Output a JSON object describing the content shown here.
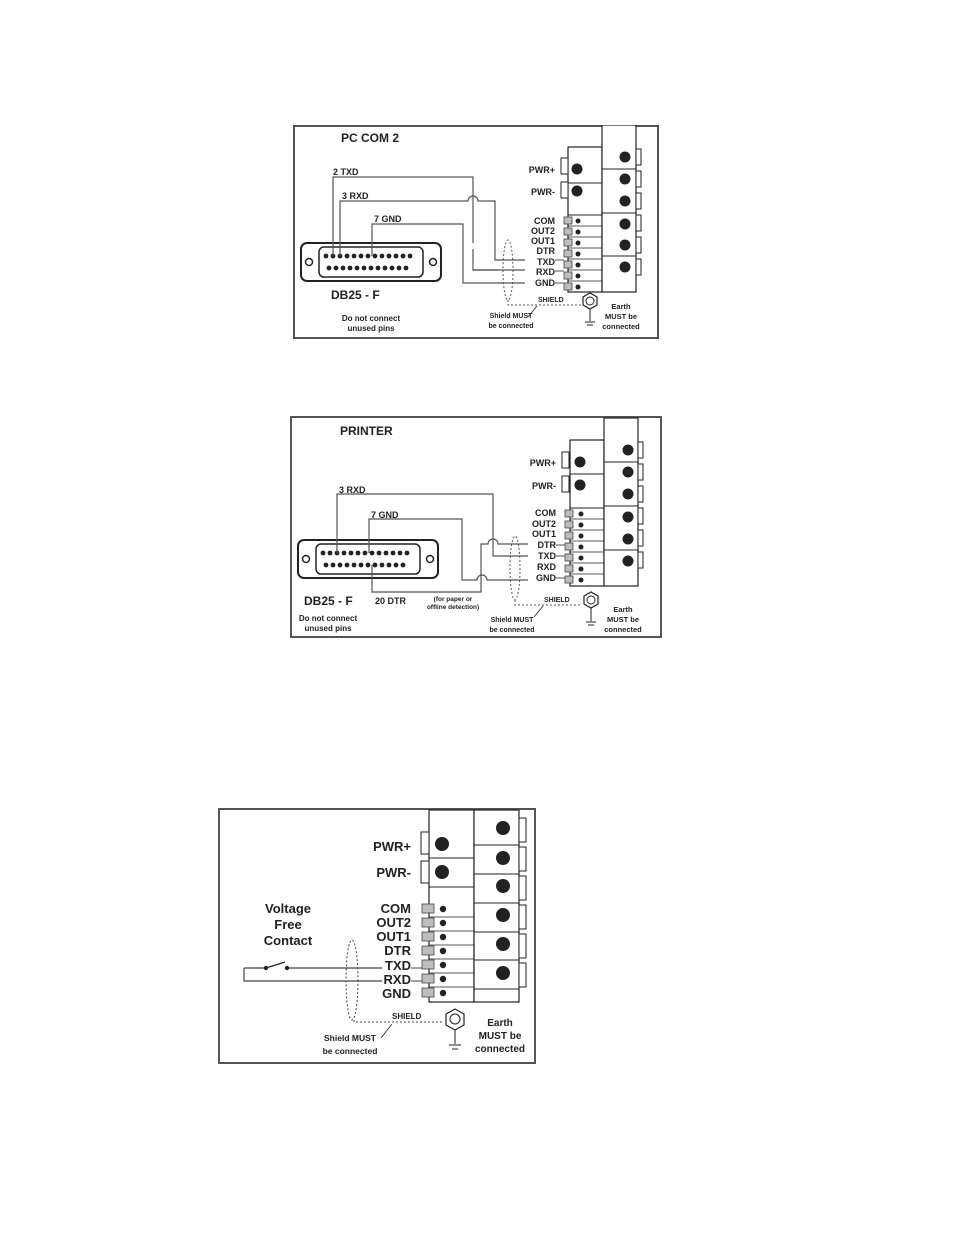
{
  "diagrams": [
    {
      "title": "PC COM 2",
      "connector_label": "DB25 - F",
      "note_line1": "Do not connect",
      "note_line2": "unused pins",
      "wires": [
        {
          "pin": "2",
          "signal": "TXD",
          "label": "2  TXD",
          "to_terminal": "RXD"
        },
        {
          "pin": "3",
          "signal": "RXD",
          "label": "3  RXD",
          "to_terminal": "TXD"
        },
        {
          "pin": "7",
          "signal": "GND",
          "label": "7  GND",
          "to_terminal": "GND"
        }
      ],
      "shield_label": "SHIELD",
      "shield_note_line1": "Shield MUST",
      "shield_note_line2": "be connected",
      "earth_line1": "Earth",
      "earth_line2": "MUST be",
      "earth_line3": "connected"
    },
    {
      "title": "PRINTER",
      "connector_label": "DB25 - F",
      "note_line1": "Do not connect",
      "note_line2": "unused pins",
      "wires": [
        {
          "pin": "3",
          "signal": "RXD",
          "label": "3  RXD",
          "to_terminal": "TXD"
        },
        {
          "pin": "7",
          "signal": "GND",
          "label": "7  GND",
          "to_terminal": "GND"
        },
        {
          "pin": "20",
          "signal": "DTR",
          "label": "20  DTR",
          "to_terminal": "DTR"
        }
      ],
      "dtr_note_line1": "(for paper or",
      "dtr_note_line2": "offline detection)",
      "shield_label": "SHIELD",
      "shield_note_line1": "Shield MUST",
      "shield_note_line2": "be connected",
      "earth_line1": "Earth",
      "earth_line2": "MUST be",
      "earth_line3": "connected"
    },
    {
      "title": "",
      "contact_line1": "Voltage",
      "contact_line2": "Free",
      "contact_line3": "Contact",
      "wires": [
        {
          "signal": "switch-a",
          "to_terminal": "TXD"
        },
        {
          "signal": "switch-b",
          "to_terminal": "RXD"
        }
      ],
      "shield_label": "SHIELD",
      "shield_note_line1": "Shield MUST",
      "shield_note_line2": "be connected",
      "earth_line1": "Earth",
      "earth_line2": "MUST be",
      "earth_line3": "connected"
    }
  ],
  "terminal": {
    "power_labels": [
      "PWR+",
      "PWR-"
    ],
    "signal_labels": [
      "COM",
      "OUT2",
      "OUT1",
      "DTR",
      "TXD",
      "RXD",
      "GND"
    ]
  },
  "colors": {
    "line": "#222222",
    "frame": "#555555",
    "terminal_tab": "#bdbdbd"
  }
}
